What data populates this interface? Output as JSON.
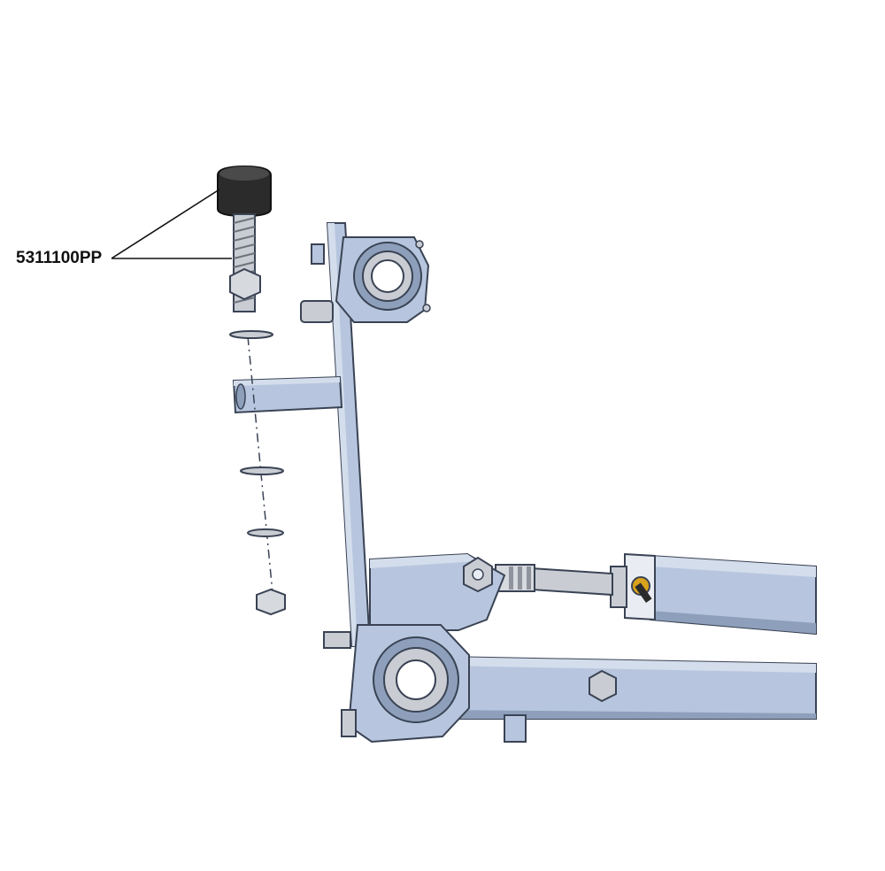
{
  "callout": {
    "part_number": "5311100PP"
  },
  "colors": {
    "frame_fill": "#b7c6de",
    "frame_fill_dark": "#8e9fbb",
    "frame_edge": "#3a4354",
    "bolt_steel": "#c9cdd3",
    "rubber_bumper": "#2b2b2b",
    "accent_fitting": "#d9a21b",
    "background": "#ffffff"
  },
  "parts": [
    {
      "name": "rubber-bumper-bolt",
      "icon": "bumper-icon"
    },
    {
      "name": "jam-nut",
      "icon": "hex-nut-icon"
    },
    {
      "name": "upper-washer",
      "icon": "washer-icon"
    },
    {
      "name": "mounting-bracket-tab",
      "icon": "bracket-icon"
    },
    {
      "name": "middle-washer",
      "icon": "washer-icon"
    },
    {
      "name": "lower-washer",
      "icon": "washer-icon"
    },
    {
      "name": "bottom-nut",
      "icon": "hex-nut-icon"
    },
    {
      "name": "upright-arm",
      "icon": "arm-icon"
    },
    {
      "name": "upper-pivot-bearing",
      "icon": "bearing-icon"
    },
    {
      "name": "lower-pivot-bearing",
      "icon": "bearing-icon"
    },
    {
      "name": "cylinder-clevis-plate",
      "icon": "plate-icon"
    },
    {
      "name": "hydraulic-cylinder",
      "icon": "cylinder-icon"
    },
    {
      "name": "base-frame-beam",
      "icon": "beam-icon"
    }
  ]
}
